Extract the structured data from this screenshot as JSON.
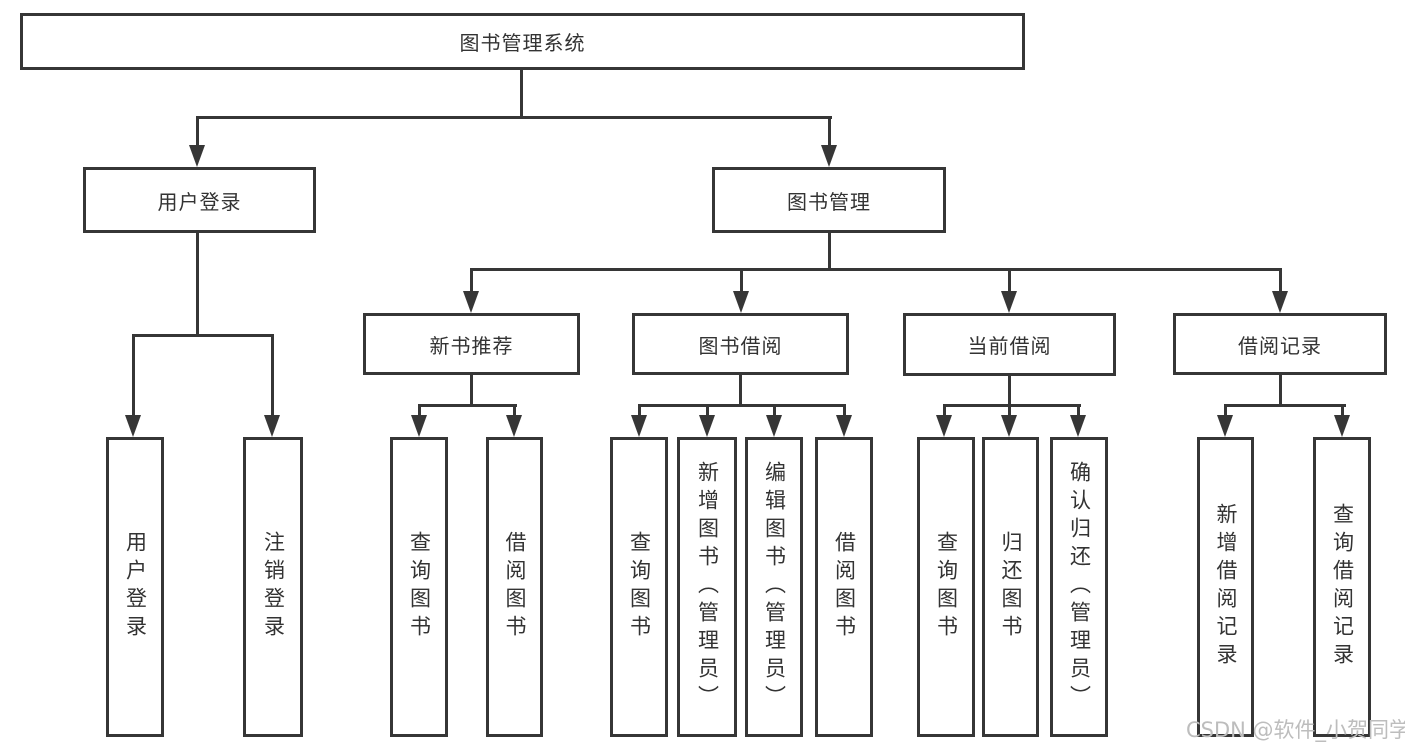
{
  "tree": {
    "root": {
      "label": "图书管理系统",
      "children": [
        {
          "label": "用户登录",
          "children": [
            {
              "label": "用户登录"
            },
            {
              "label": "注销登录"
            }
          ]
        },
        {
          "label": "图书管理",
          "children": [
            {
              "label": "新书推荐",
              "children": [
                {
                  "label": "查询图书"
                },
                {
                  "label": "借阅图书"
                }
              ]
            },
            {
              "label": "图书借阅",
              "children": [
                {
                  "label": "查询图书"
                },
                {
                  "label": "新增图书（管理员）"
                },
                {
                  "label": "编辑图书（管理员）"
                },
                {
                  "label": "借阅图书"
                }
              ]
            },
            {
              "label": "当前借阅",
              "children": [
                {
                  "label": "查询图书"
                },
                {
                  "label": "归还图书"
                },
                {
                  "label": "确认归还（管理员）"
                }
              ]
            },
            {
              "label": "借阅记录",
              "children": [
                {
                  "label": "新增借阅记录"
                },
                {
                  "label": "查询借阅记录"
                }
              ]
            }
          ]
        }
      ]
    }
  },
  "watermark": "CSDN @软件_小贺同学",
  "colors": {
    "line": "#363636",
    "text": "#333333",
    "background": "#ffffff",
    "watermark": "#bdbdbd"
  }
}
